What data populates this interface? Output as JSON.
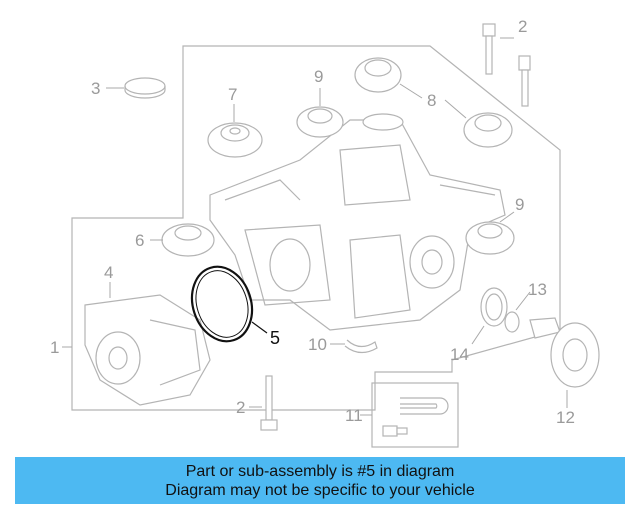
{
  "callouts": {
    "c1": "1",
    "c2a": "2",
    "c2b": "2",
    "c3": "3",
    "c4": "4",
    "c5": "5",
    "c6": "6",
    "c7": "7",
    "c8": "8",
    "c9a": "9",
    "c9b": "9",
    "c10": "10",
    "c11": "11",
    "c12": "12",
    "c13": "13",
    "c14": "14"
  },
  "highlight_part": "5",
  "colors": {
    "banner_bg": "#4db9f2",
    "highlight": "#111111",
    "line_art": "#b4b4b4"
  },
  "banner": {
    "line1": "Part or sub-assembly is #5 in diagram",
    "line2": "Diagram may not be specific to your vehicle"
  }
}
